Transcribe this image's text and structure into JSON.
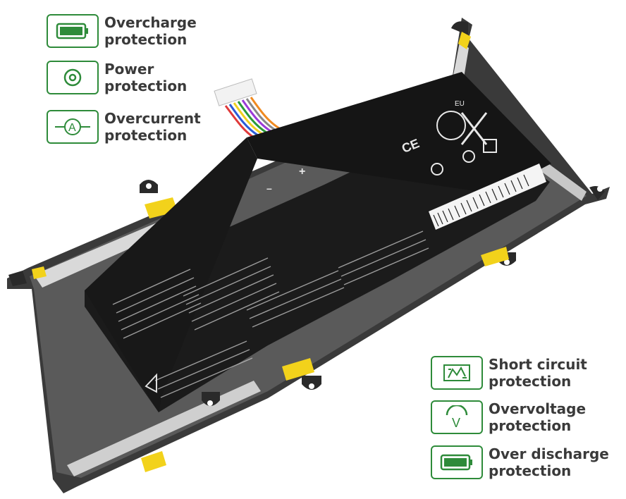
{
  "features_left": [
    {
      "line1": "Overcharge",
      "line2": "protection",
      "icon": "battery-full-icon"
    },
    {
      "line1": "Power",
      "line2": "protection",
      "icon": "power-icon"
    },
    {
      "line1": "Overcurrent",
      "line2": "protection",
      "icon": "ammeter-icon"
    }
  ],
  "features_right": [
    {
      "line1": "Short circuit",
      "line2": "protection",
      "icon": "circuit-icon"
    },
    {
      "line1": "Overvoltage",
      "line2": "protection",
      "icon": "voltage-icon"
    },
    {
      "line1": "Over discharge",
      "line2": "protection",
      "icon": "battery-discharge-icon"
    }
  ],
  "battery": {
    "label_plus": "+",
    "label_minus": "–",
    "ce_mark": "CE",
    "eu_mark": "EU"
  },
  "colors": {
    "accent_green": "#2e8b3a",
    "battery_black": "#1b1b1b",
    "tape_yellow": "#f2d21b"
  }
}
